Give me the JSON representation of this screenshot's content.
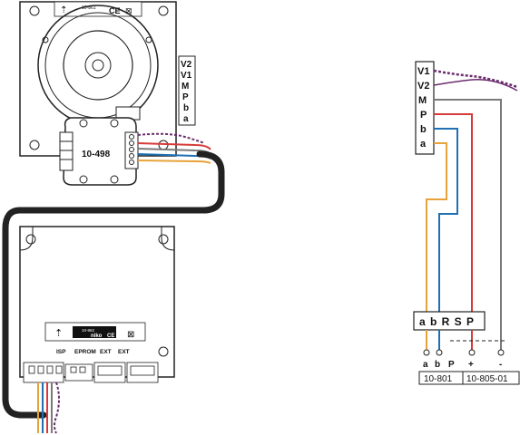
{
  "speaker_module": {
    "label_code": "10-861",
    "brand_marks": "CE",
    "terminal_labels": [
      "V2",
      "V1",
      "M",
      "P",
      "b",
      "a"
    ]
  },
  "amplifier_module": {
    "label": "10-498"
  },
  "control_module": {
    "label_code": "10-862",
    "brand": "niko",
    "ce_mark": "CE",
    "ports": [
      "ISP",
      "EPROM",
      "EXT",
      "EXT"
    ]
  },
  "right_terminal_block": {
    "labels": [
      "V1",
      "V2",
      "M",
      "P",
      "b",
      "a"
    ]
  },
  "bottom_connector": {
    "label": "a b R S P",
    "pins": [
      "a",
      "b",
      "P",
      "+",
      "-"
    ],
    "part_numbers": [
      "10-801",
      "10-805-01"
    ]
  },
  "wire_colors": {
    "orange": "#e8a23a",
    "blue": "#1f6fb4",
    "red": "#d63a3a",
    "grey": "#7a7a7a",
    "purple": "#6a2c6c",
    "black_cable": "#222222"
  }
}
